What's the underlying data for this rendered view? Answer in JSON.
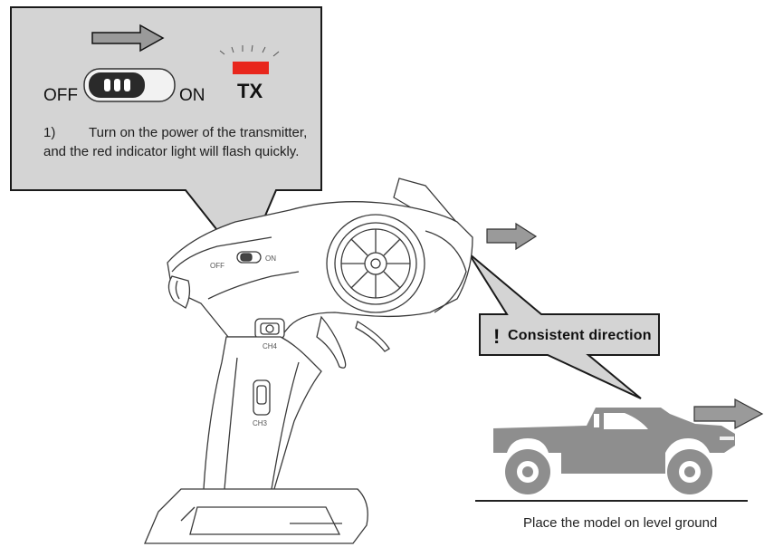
{
  "callout": {
    "off_label": "OFF",
    "on_label": "ON",
    "tx_label": "TX",
    "step_number": "1)",
    "step_text_line1": "Turn on the power of the transmitter,",
    "step_text_line2": "and the red indicator light will flash quickly."
  },
  "transmitter": {
    "switch_off_label": "OFF",
    "switch_on_label": "ON",
    "ch4_label": "CH4",
    "ch3_label": "CH3"
  },
  "direction": {
    "warning_mark": "!",
    "label": "Consistent direction"
  },
  "ground_caption": "Place the model on level ground",
  "colors": {
    "callout_fill": "#d4d4d4",
    "indicator_red": "#e8261c",
    "arrow_fill": "#9a9a9a",
    "truck_fill": "#8e8e8e"
  }
}
